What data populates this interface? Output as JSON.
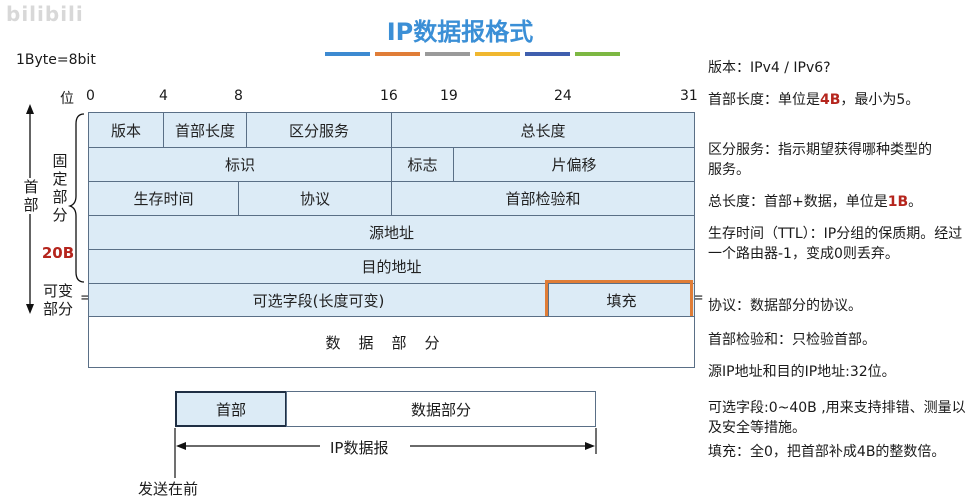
{
  "watermark": "bilibili",
  "title": "IP数据报格式",
  "colors": {
    "title": "#3b8fd6",
    "bars": [
      "#3d8ad1",
      "#e07d37",
      "#9a9a9a",
      "#f0b72f",
      "#3f5fae",
      "#7db843"
    ],
    "header_fill": "#dcebf6",
    "highlight_box": "#e07d37",
    "emphasis_red": "#b5251d"
  },
  "byte_note": "1Byte=8bit",
  "bit_scale": {
    "label": "位",
    "ticks": [
      "0",
      "4",
      "8",
      "16",
      "19",
      "24",
      "31"
    ]
  },
  "left_labels": {
    "header_vertical": [
      "首",
      "部"
    ],
    "fixed_vertical": [
      "固",
      "定",
      "部",
      "分"
    ],
    "fixed_size": "20B",
    "variable": [
      "可变",
      "部分"
    ]
  },
  "header_fields": {
    "version": "版本",
    "ihl": "首部长度",
    "ds": "区分服务",
    "total_length": "总长度",
    "identification": "标识",
    "flags": "标志",
    "fragment_offset": "片偏移",
    "ttl": "生存时间",
    "protocol": "协议",
    "checksum": "首部检验和",
    "src": "源地址",
    "dst": "目的地址",
    "options": "可选字段(长度可变)",
    "padding": "填充"
  },
  "data_part": "数据部分",
  "bottom": {
    "header": "首部",
    "data": "数据部分",
    "datagram": "IP数据报",
    "send_first": "发送在前"
  },
  "descriptions": {
    "version": "版本：IPv4 / IPv6?",
    "ihl_pre": "首部长度：单位是",
    "ihl_unit": "4B",
    "ihl_post": "，最小为5。",
    "ds": "区分服务：指示期望获得哪种类型的服务。",
    "total_pre": "总长度：首部+数据，单位是",
    "total_unit": "1B",
    "total_post": "。",
    "ttl": "生存时间（TTL）：IP分组的保质期。经过一个路由器-1，变成0则丢弃。",
    "protocol": "协议：数据部分的协议。",
    "checksum": "首部检验和：只检验首部。",
    "addr": "源IP地址和目的IP地址:32位。",
    "options": "可选字段:0~40B ,用来支持排错、测量以及安全等措施。",
    "padding": "填充：全0，把首部补成4B的整数倍。"
  }
}
